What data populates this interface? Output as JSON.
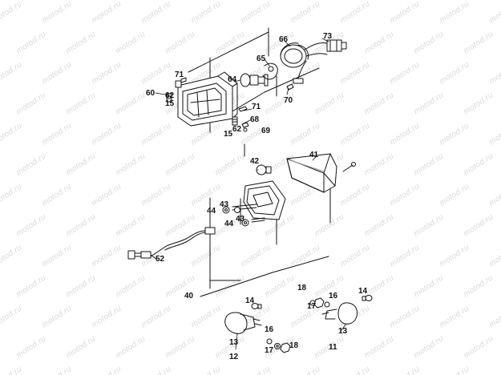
{
  "diagram": {
    "watermark": "motod.ru",
    "callouts": {
      "c60": "60",
      "c71a": "71",
      "c15a": "15",
      "c62a": "62",
      "c64": "64",
      "c65": "65",
      "c66": "66",
      "c73": "73",
      "c70": "70",
      "c71b": "71",
      "c68": "68",
      "c62b": "62",
      "c15b": "15",
      "c69": "69",
      "c42": "42",
      "c41": "41",
      "c43a": "43",
      "c44a": "44",
      "c43b": "43",
      "c44b": "44",
      "c52": "52",
      "c40": "40",
      "c14a": "14",
      "c18a": "18",
      "c16a": "16",
      "c17a": "17",
      "c14b": "14",
      "c13a": "13",
      "c12": "12",
      "c16b": "16",
      "c17b": "17",
      "c18b": "18",
      "c13b": "13",
      "c11": "11"
    }
  }
}
